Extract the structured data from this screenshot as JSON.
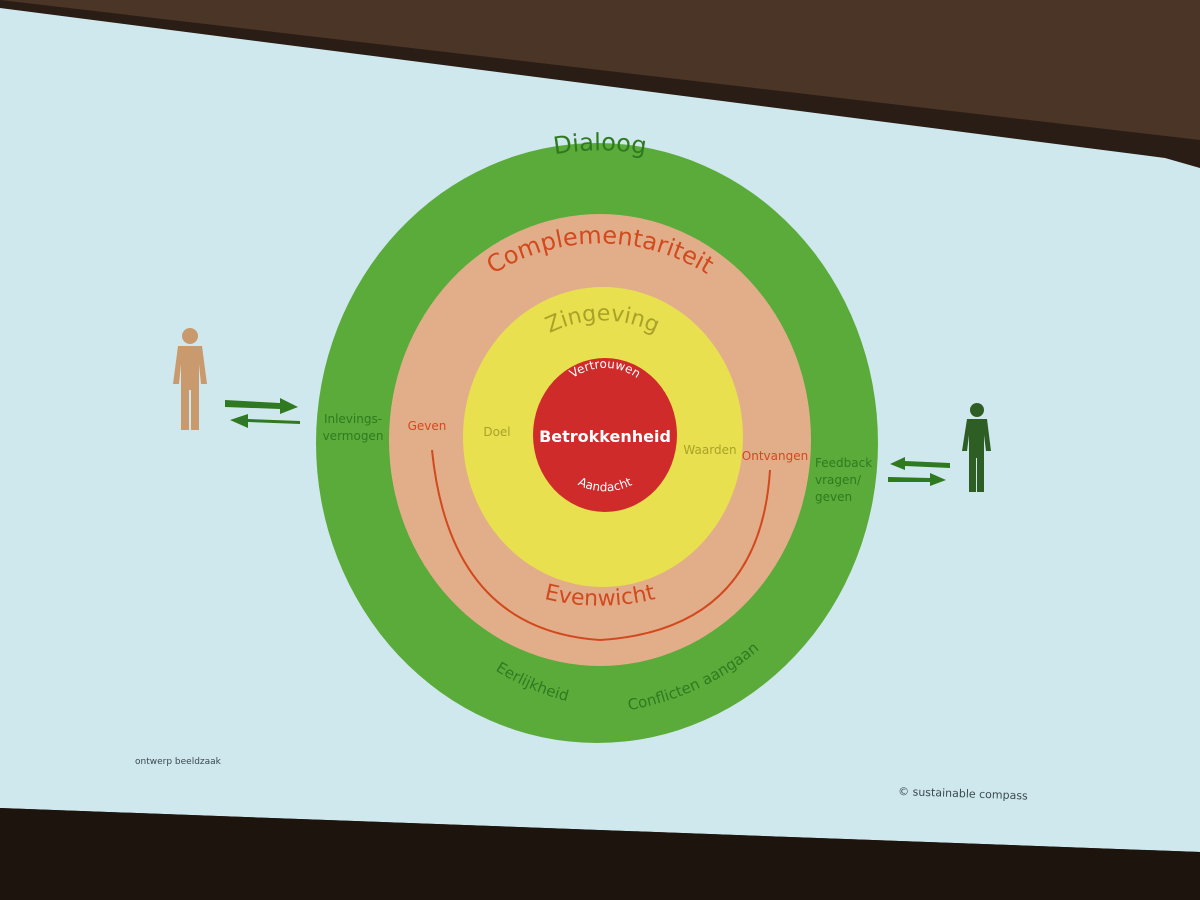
{
  "diagram": {
    "rings": {
      "outer": {
        "title": "Dialoog",
        "left": [
          "Inlevings-",
          "vermogen"
        ],
        "right": [
          "Feedback",
          "vragen/",
          "geven"
        ],
        "bottom_left": "Eerlijkheid",
        "bottom_right": "Conflicten aangaan",
        "color": "#5aab3a"
      },
      "second": {
        "title": "Complementariteit",
        "left": "Geven",
        "right": "Ontvangen",
        "bottom": "Evenwicht",
        "color": "#e2ae8a",
        "text_color": "#d2491e"
      },
      "third": {
        "title": "Zingeving",
        "left": "Doel",
        "right": "Waarden",
        "color": "#e8e04f",
        "text_color": "#a9a227"
      },
      "core": {
        "title": "Betrokkenheid",
        "top": "Vertrouwen",
        "bottom": "Aandacht",
        "color": "#cf2b2b"
      }
    }
  },
  "footer": {
    "left": "ontwerp beeldzaak",
    "right": "© sustainable compass"
  }
}
